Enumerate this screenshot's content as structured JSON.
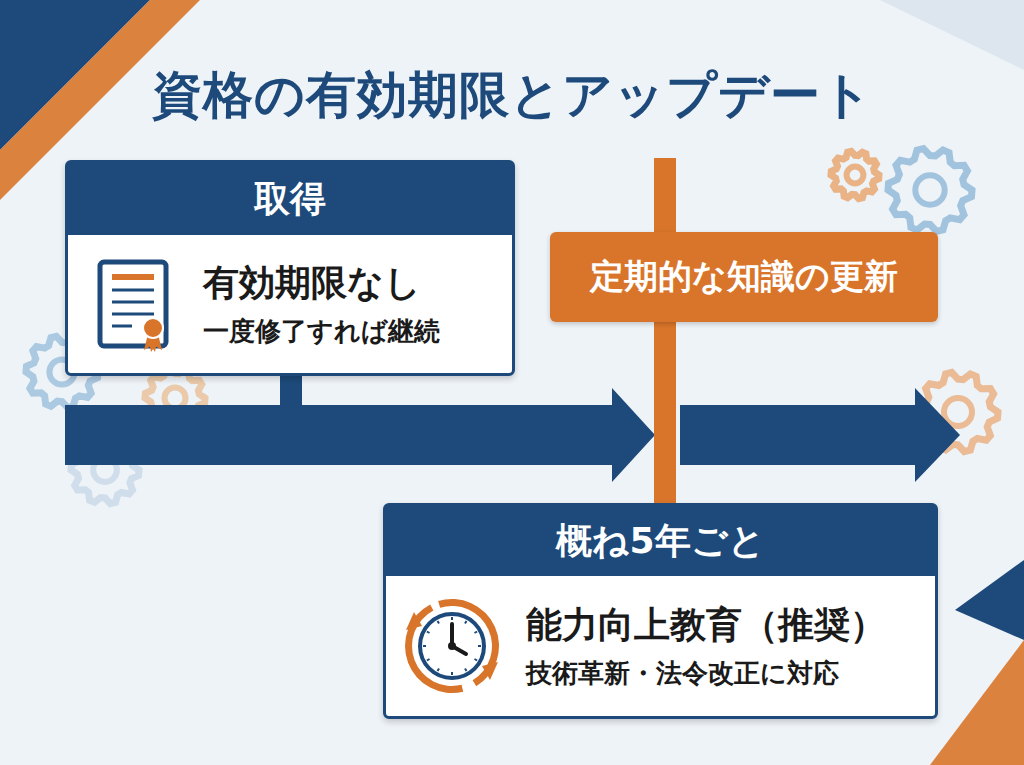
{
  "diagram": {
    "title": "資格の有効期限とアップデート",
    "nodes": [
      {
        "text": [
          "取得",
          "有効期限なし",
          "一度修了すれば継続"
        ]
      },
      {
        "text": [
          "定期的な知識の更新"
        ]
      },
      {
        "text": [
          "概ね5年ごと",
          "能力向上教育（推奨）",
          "技術革新・法令改正に対応"
        ]
      }
    ],
    "edges": [
      {
        "from": 1,
        "to": 2,
        "arrow": "none"
      }
    ]
  }
}
